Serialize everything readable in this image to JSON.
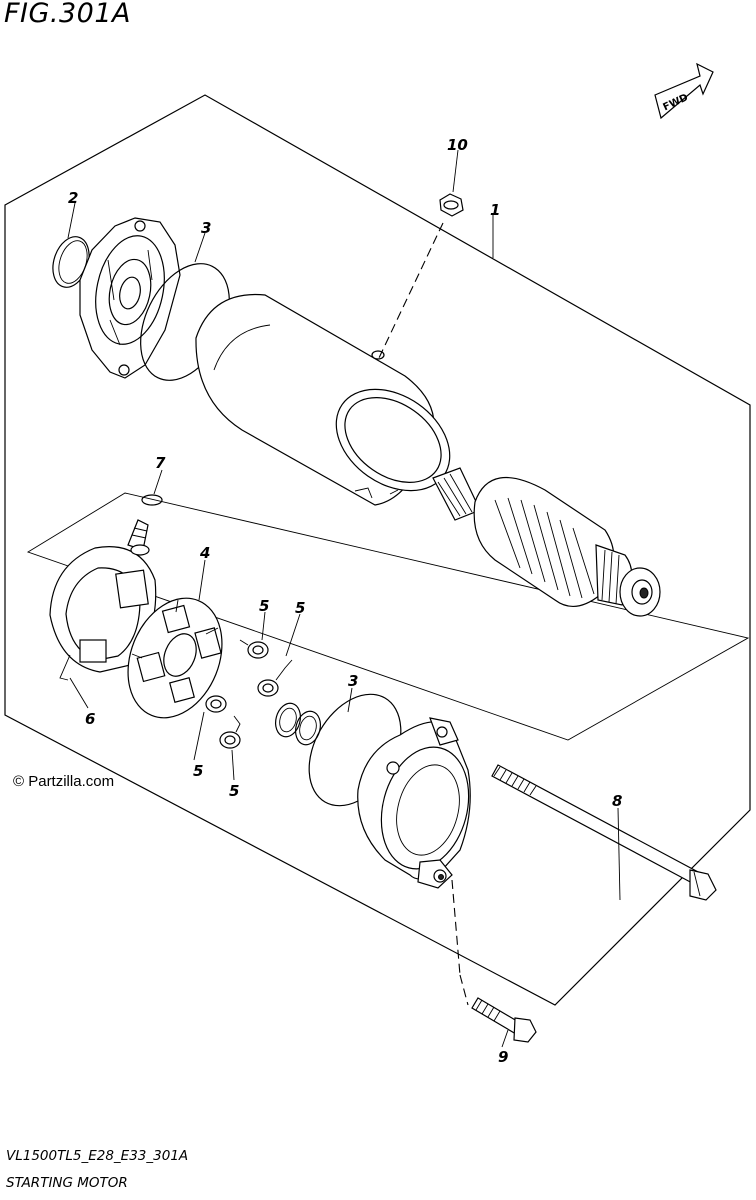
{
  "figure": {
    "title": "FIG.301A",
    "model_code": "VL1500TL5_E28_E33_301A",
    "caption": "STARTING MOTOR",
    "watermark": "© Partzilla.com",
    "direction_arrow": "FWD"
  },
  "callouts": [
    "1",
    "2",
    "3",
    "3",
    "4",
    "5",
    "5",
    "5",
    "5",
    "6",
    "7",
    "8",
    "9",
    "10"
  ],
  "colors": {
    "ink": "#000000",
    "paper": "#ffffff"
  }
}
